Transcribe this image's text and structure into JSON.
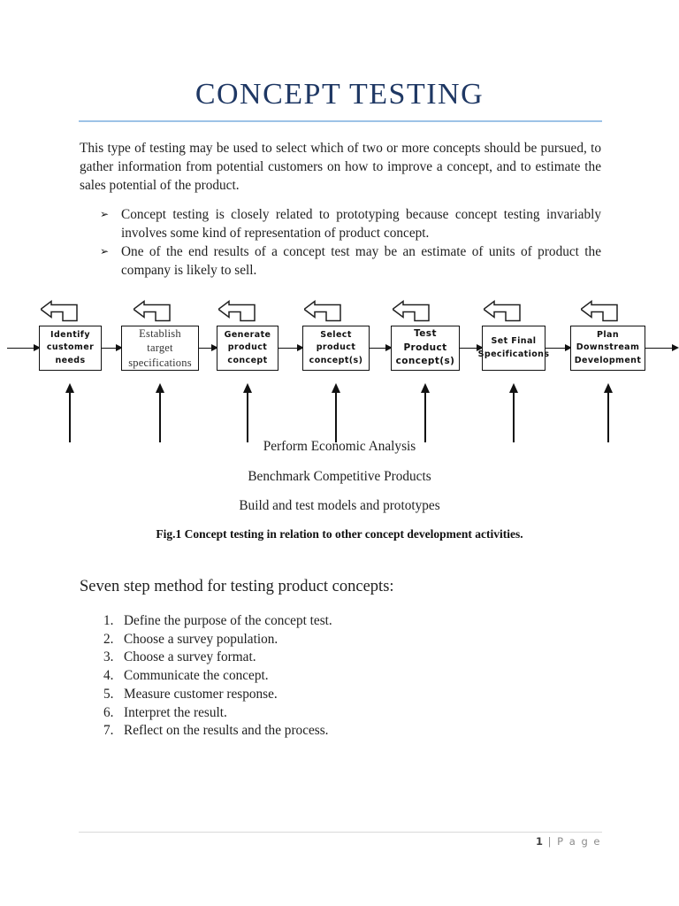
{
  "title": "CONCEPT TESTING",
  "intro": "This type of testing may be used to select which of two or more concepts should be pursued, to gather information from potential customers on how to improve a concept, and to estimate the sales potential of the product.",
  "bullet_marker": "➢",
  "bullets": [
    "Concept testing is closely related to prototyping because concept testing invariably involves some kind of representation of product concept.",
    "One of the end results of a concept test may be an estimate of units of product the company is likely to sell."
  ],
  "figure": {
    "boxes": [
      {
        "text": "Identify\ncustomer\nneeds"
      },
      {
        "text": "Establish\ntarget\nspecifications"
      },
      {
        "text": "Generate\nproduct\nconcept"
      },
      {
        "text": "Select\nproduct\nconcept(s)"
      },
      {
        "text": "Test Product\nconcept(s)"
      },
      {
        "text": "Set Final\nSpecifications"
      },
      {
        "text": "Plan\nDownstream\nDevelopment"
      }
    ],
    "support_lines": [
      "Perform Economic Analysis",
      "Benchmark Competitive Products",
      "Build and test models and prototypes"
    ],
    "caption": "Fig.1 Concept testing in relation to other concept development activities."
  },
  "seven_step": {
    "heading": "Seven step method for testing product concepts:",
    "items": [
      {
        "num": "1.",
        "text": "Define the purpose of the concept test."
      },
      {
        "num": "2.",
        "text": "Choose a survey population."
      },
      {
        "num": "3.",
        "text": "Choose a survey format."
      },
      {
        "num": "4.",
        "text": "Communicate the concept."
      },
      {
        "num": "5.",
        "text": "Measure customer response."
      },
      {
        "num": "6.",
        "text": "Interpret the result."
      },
      {
        "num": "7.",
        "text": "Reflect on the results and the process."
      }
    ]
  },
  "footer": {
    "page_number": "1",
    "page_label": "| P a g e"
  },
  "colors": {
    "title": "#1f3864",
    "title_rule": "#9dc3e6",
    "footer_rule": "#d9d9d9",
    "text": "#1f1f1f",
    "diagram_stroke": "#111111"
  }
}
